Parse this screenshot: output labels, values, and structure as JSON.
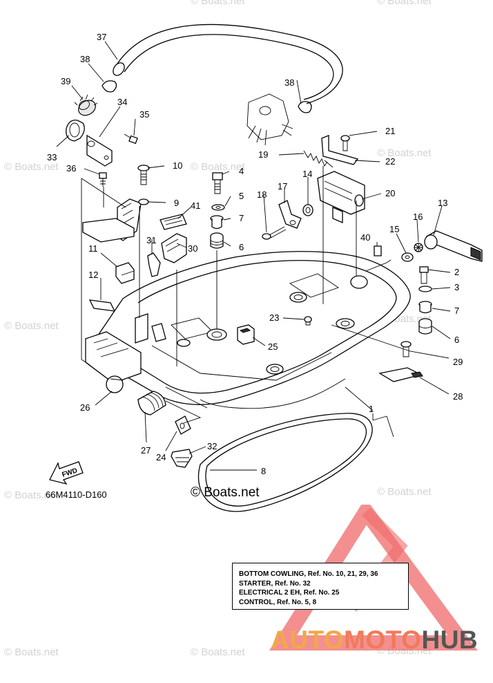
{
  "watermark": "© Boats.net",
  "diagram_code": "66M4110-D160",
  "copyright_label": "© Boats.net",
  "fwd_label": "FWD",
  "logo": {
    "part1": "AUTO",
    "part2": "MOTO",
    "part3": "HUB"
  },
  "note_box": {
    "lines": [
      "BOTTOM COWLING, Ref. No. 10, 21, 29, 36",
      "STARTER, Ref. No. 32",
      "ELECTRICAL 2 EH, Ref. No. 25",
      "CONTROL, Ref. No. 5, 8"
    ]
  },
  "callouts": [
    "37",
    "38",
    "39",
    "34",
    "35",
    "33",
    "36",
    "10",
    "4",
    "5",
    "7",
    "6",
    "9",
    "41",
    "31",
    "30",
    "11",
    "12",
    "26",
    "27",
    "24",
    "32",
    "8",
    "38",
    "19",
    "21",
    "22",
    "18",
    "17",
    "14",
    "20",
    "13",
    "16",
    "15",
    "40",
    "2",
    "3",
    "7",
    "6",
    "23",
    "25",
    "29",
    "28",
    "1"
  ],
  "colors": {
    "ink": "#000000",
    "watermark": "#d2d2d2",
    "logo_triangle": "#f06a6a",
    "logo_orange": "#f0a84a",
    "logo_gray": "#555555"
  }
}
